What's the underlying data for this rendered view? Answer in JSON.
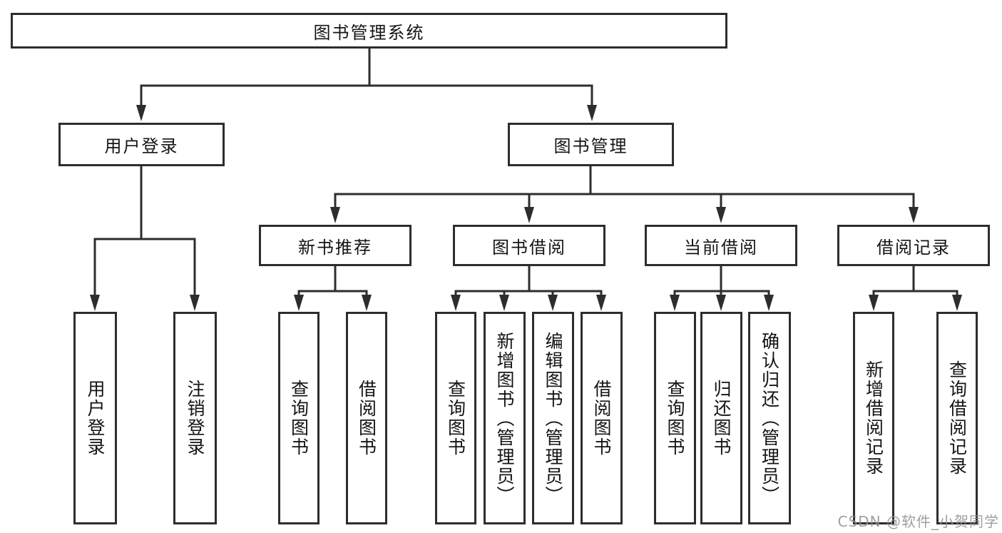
{
  "diagram": {
    "root": {
      "label": "图书管理系统"
    },
    "level2": {
      "user_login": {
        "label": "用户登录"
      },
      "book_management": {
        "label": "图书管理"
      }
    },
    "level3": {
      "new_book_recommend": {
        "label": "新书推荐"
      },
      "book_borrow": {
        "label": "图书借阅"
      },
      "current_borrow": {
        "label": "当前借阅"
      },
      "borrow_records": {
        "label": "借阅记录"
      }
    },
    "leaves": {
      "user_login": {
        "label": "用户登录"
      },
      "logout": {
        "label": "注销登录"
      },
      "rec_query_books": {
        "label": "查询图书"
      },
      "rec_borrow_books": {
        "label": "借阅图书"
      },
      "bb_query_books": {
        "label": "查询图书"
      },
      "bb_add_books": {
        "label": "新增图书（管理员）"
      },
      "bb_edit_books": {
        "label": "编辑图书（管理员）"
      },
      "bb_borrow_books": {
        "label": "借阅图书"
      },
      "cb_query_books": {
        "label": "查询图书"
      },
      "cb_return_books": {
        "label": "归还图书"
      },
      "cb_confirm_return": {
        "label": "确认归还（管理员）"
      },
      "br_add_records": {
        "label": "新增借阅记录"
      },
      "br_query_records": {
        "label": "查询借阅记录"
      }
    }
  },
  "colors": {
    "line": "#2d2d2d",
    "text": "#141414",
    "watermark": "#8f8f8f"
  },
  "watermark": {
    "text": "CSDN @软件_小贺同学"
  }
}
